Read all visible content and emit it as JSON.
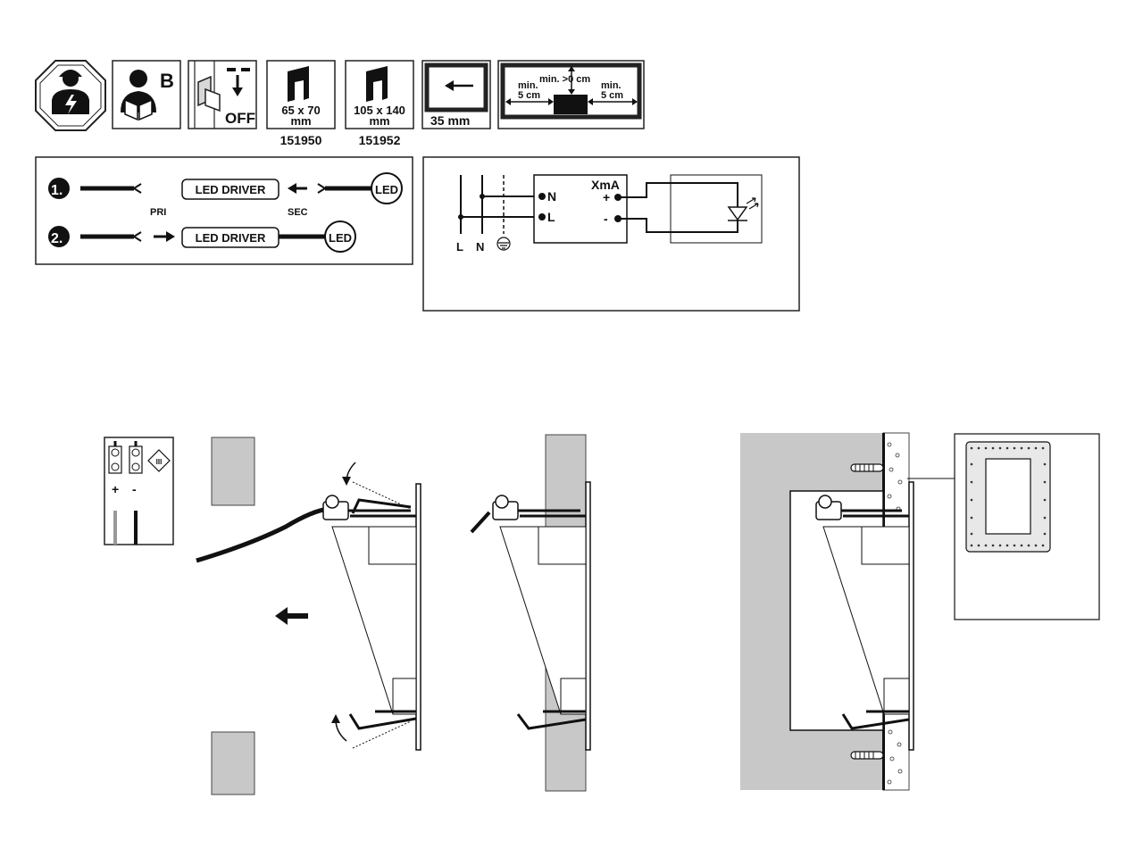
{
  "icons": {
    "bulletin_letter": "B",
    "switch_off_label": "OFF",
    "cutout_small": {
      "size": "65 x 70",
      "unit": "mm",
      "code": "151950"
    },
    "cutout_large": {
      "size": "105 x 140",
      "unit": "mm",
      "code": "151952"
    },
    "depth": "35 mm",
    "clearance": {
      "top": "min. >0 cm",
      "left_min": "min.",
      "left_value": "5 cm",
      "right_min": "min.",
      "right_value": "5 cm"
    }
  },
  "wiring_steps": {
    "step1_number": "1.",
    "step2_number": "2.",
    "driver_label": "LED DRIVER",
    "led_label": "LED",
    "pri_label": "PRI",
    "sec_label": "SEC"
  },
  "schematic": {
    "n_label": "N",
    "l_label": "L",
    "current_label": "XmA",
    "plus_label": "+",
    "minus_label": "-",
    "bottom_l": "L",
    "bottom_n": "N"
  },
  "terminal": {
    "plus": "+",
    "minus": "-",
    "class": "III"
  },
  "colors": {
    "line": "#111111",
    "wall": "#c8c8c8",
    "background": "#ffffff"
  }
}
